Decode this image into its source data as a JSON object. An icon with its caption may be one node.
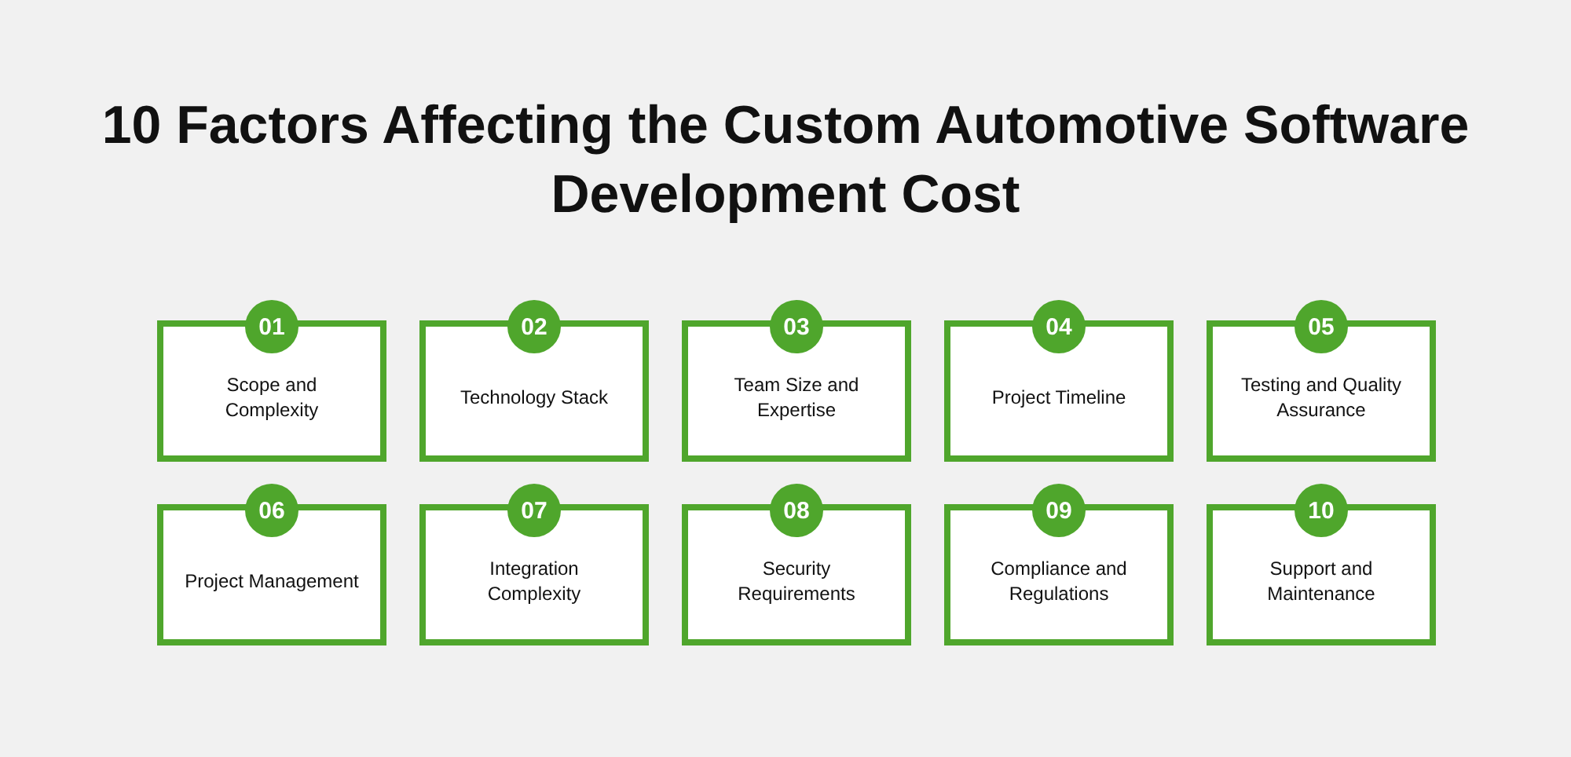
{
  "diagram": {
    "title": "10 Factors Affecting the Custom Automotive Software Development Cost",
    "nodes": [
      {
        "text": [
          "01",
          "Scope and Complexity"
        ]
      },
      {
        "text": [
          "02",
          "Technology Stack"
        ]
      },
      {
        "text": [
          "03",
          "Team Size and Expertise"
        ]
      },
      {
        "text": [
          "04",
          "Project Timeline"
        ]
      },
      {
        "text": [
          "05",
          "Testing and Quality Assurance"
        ]
      },
      {
        "text": [
          "06",
          "Project Management"
        ]
      },
      {
        "text": [
          "07",
          "Integration Complexity"
        ]
      },
      {
        "text": [
          "08",
          "Security Requirements"
        ]
      },
      {
        "text": [
          "09",
          "Compliance and Regulations"
        ]
      },
      {
        "text": [
          "10",
          "Support and Maintenance"
        ]
      }
    ]
  }
}
